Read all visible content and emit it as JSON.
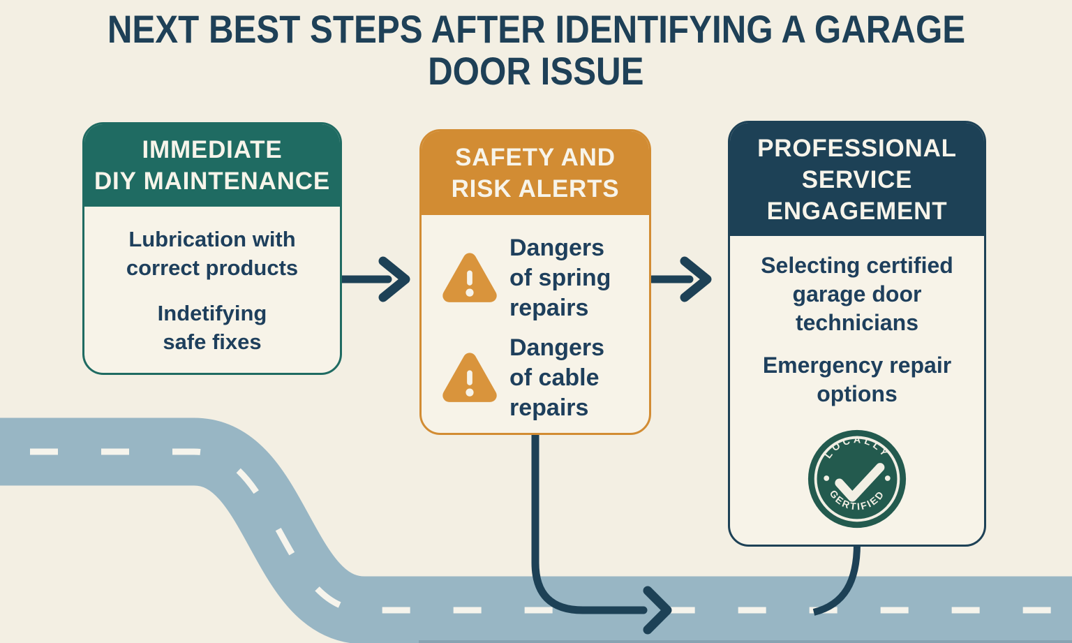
{
  "title": {
    "line1": "NEXT BEST STEPS AFTER IDENTIFYING A GARAGE",
    "line2": "DOOR ISSUE"
  },
  "cards": [
    {
      "name": "immediate-diy-maintenance",
      "header_lines": [
        "IMMEDIATE",
        "DIY MAINTENANCE"
      ],
      "accent_color": "#1f6b62",
      "items": [
        {
          "lines": [
            "Lubrication with",
            "correct products"
          ]
        },
        {
          "lines": [
            "Indetifying",
            "safe fixes"
          ]
        }
      ]
    },
    {
      "name": "safety-and-risk-alerts",
      "header_lines": [
        "SAFETY AND",
        "RISK ALERTS"
      ],
      "accent_color": "#d28c33",
      "items": [
        {
          "icon": "warning-triangle-icon",
          "lines": [
            "Dangers",
            "of spring",
            "repairs"
          ]
        },
        {
          "icon": "warning-triangle-icon",
          "lines": [
            "Dangers",
            "of cable",
            "repairs"
          ]
        }
      ]
    },
    {
      "name": "professional-service-engagement",
      "header_lines": [
        "PROFESSIONAL",
        "SERVICE",
        "ENGAGEMENT"
      ],
      "accent_color": "#1d4156",
      "items": [
        {
          "lines": [
            "Selecting certified",
            "garage door",
            "technicians"
          ]
        },
        {
          "lines": [
            "Emergency repair",
            "options"
          ]
        }
      ],
      "badge": {
        "top_text": "LOCALLY",
        "bottom_text": "GERTIFIED",
        "icon": "checkmark-icon",
        "color": "#235a4e"
      }
    }
  ],
  "colors": {
    "background": "#f3efe3",
    "card_body": "#f7f3e8",
    "title_navy": "#1e4057",
    "teal": "#1f6b62",
    "orange": "#d28c33",
    "navy": "#1d4156",
    "body_text": "#1e3f5c",
    "road": "#98b6c4",
    "road_dash": "#f6f4ec",
    "warning_orange": "#d9943c",
    "badge_green": "#235a4e"
  }
}
